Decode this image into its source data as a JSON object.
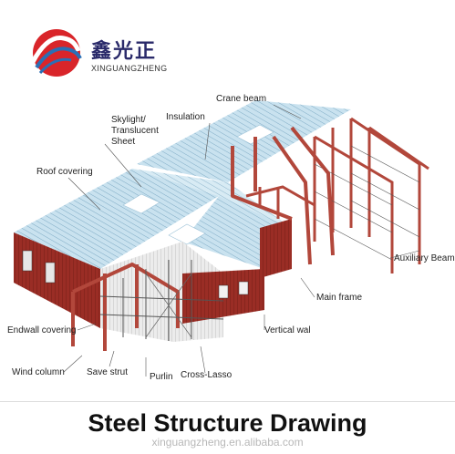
{
  "brand": {
    "name_cn": "鑫光正",
    "name_en": "XINGUANGZHENG"
  },
  "labels": {
    "crane_beam": "Crane beam",
    "skylight": "Skylight/\nTranslucent\nSheet",
    "insulation": "Insulation",
    "roof_covering": "Roof covering",
    "auxiliary_beam": "Auxiliary Beam",
    "main_frame": "Main frame",
    "vertical_wall": "Vertical wal",
    "endwall_covering": "Endwall covering",
    "wind_column": "Wind column",
    "save_strut": "Save strut",
    "purlin": "Purlin",
    "cross_lasso": "Cross-Lasso"
  },
  "title": "Steel Structure Drawing",
  "watermark": "xinguangzheng.en.alibaba.com",
  "colors": {
    "roof": "#c9e2ef",
    "roof_lines": "#7aa9c4",
    "wall": "#9a2d25",
    "wall_lines": "#5e1510",
    "steel": "#b2473b",
    "logo_red": "#d9252a",
    "logo_blue": "#2a6fb5"
  }
}
